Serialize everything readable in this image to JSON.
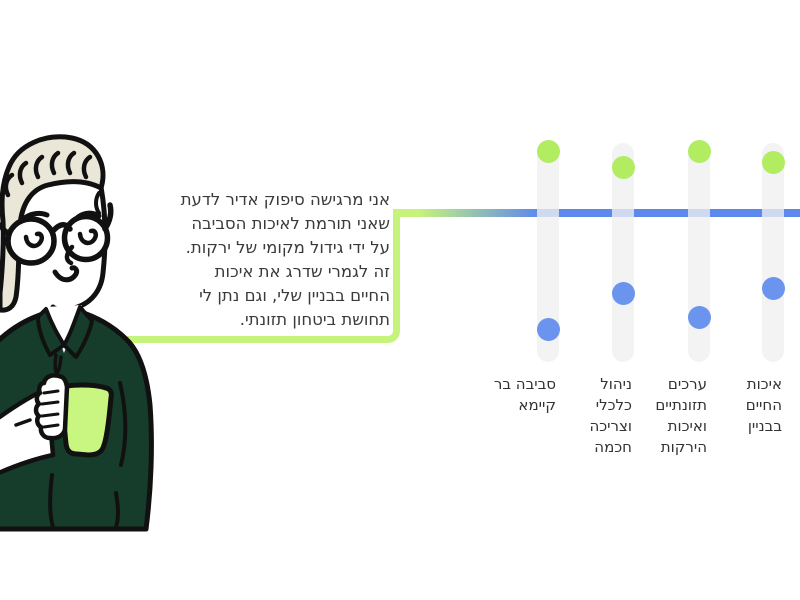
{
  "page": {
    "background": "#ffffff",
    "language": "he"
  },
  "quote": {
    "text": "אני מרגישה סיפוק אדיר לדעת\nשאני תורמת לאיכות הסביבה\nעל ידי גידול מקומי של ירקות.\nזה לגמרי שדרג את איכות\nהחיים בבניין שלי, וגם נתן לי\nתחושת ביטחון תזונתי.",
    "direction": "rtl",
    "bubble_border_color": "#c6f47b"
  },
  "illustration": {
    "name": "woman-with-glasses-holding-mug",
    "hair_color": "#eae7d8",
    "sweater_color": "#163d2c",
    "mug_color": "#c9f581",
    "skin_color": "#ffffff",
    "outline_color": "#111111"
  },
  "chart_data": {
    "type": "dumbbell",
    "orientation": "vertical-sliders",
    "scale": [
      0,
      10
    ],
    "grid": false,
    "legend_position": "none",
    "categories": [
      {
        "label": "סביבה בר קיימא",
        "label_multiline": "סביבה בר\nקיימא",
        "green": 9.5,
        "blue": 1.6
      },
      {
        "label": "ניהול כלכלי וצריכה חכמה",
        "label_multiline": "ניהול\nכלכלי\nוצריכה\nחכמה",
        "green": 8.8,
        "blue": 3.2
      },
      {
        "label": "ערכים תזונתיים ואיכות הירקות",
        "label_multiline": "ערכים\nתזונתיים\nואיכות\nהירקות",
        "green": 9.5,
        "blue": 2.1
      },
      {
        "label": "איכות החיים בבניין",
        "label_multiline": "איכות\nהחיים\nבבניין",
        "green": 9.0,
        "blue": 3.4
      }
    ],
    "colors": {
      "green_dot": "#b2ec60",
      "blue_dot": "#6b94ee",
      "line_blue": "#5d88ee",
      "line_green": "#c6f47b",
      "track": "#f0f0f0"
    }
  }
}
